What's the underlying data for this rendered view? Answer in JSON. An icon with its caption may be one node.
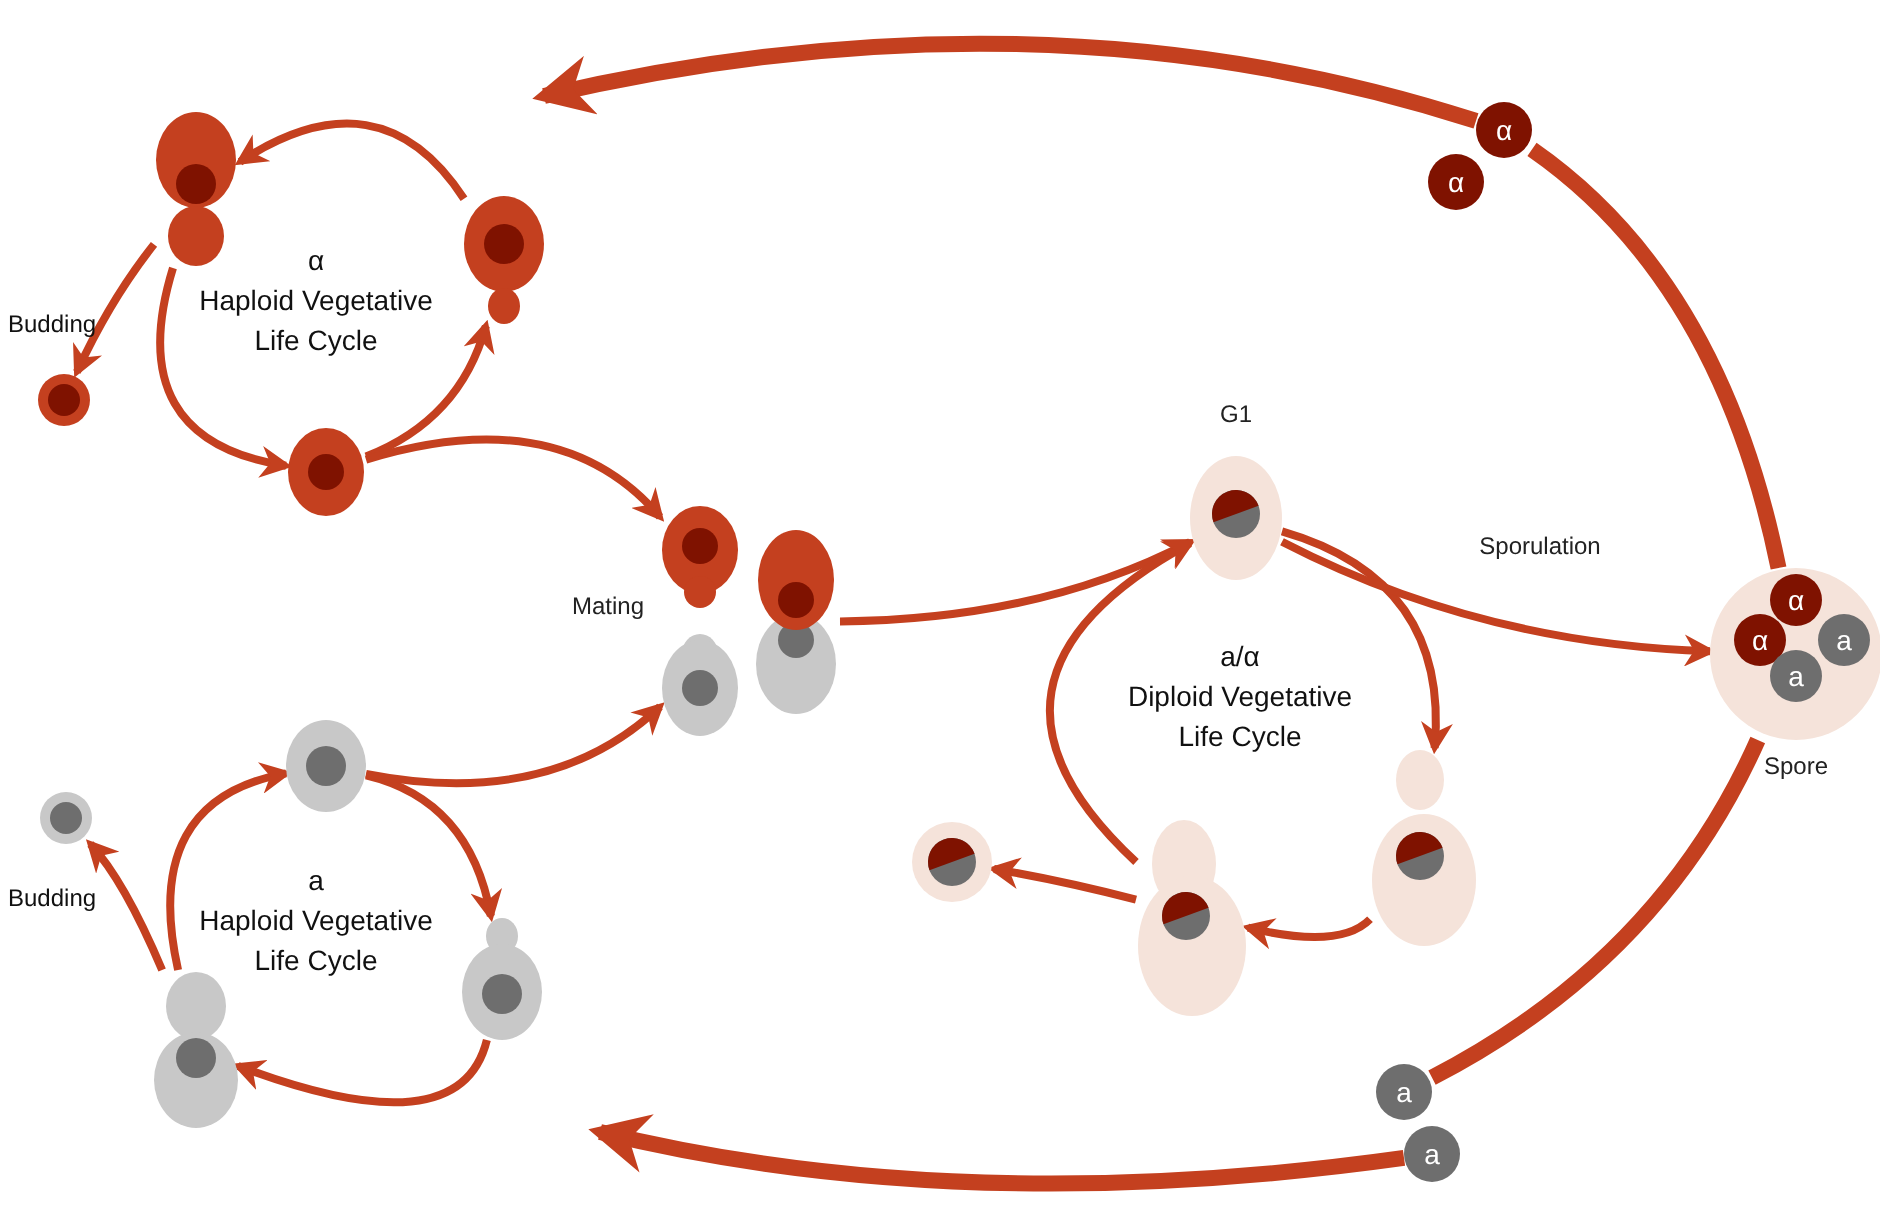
{
  "diagram": {
    "nodes": [
      {
        "text": [],
        "shape": "cell"
      },
      {
        "text": [],
        "shape": "cell"
      },
      {
        "text": [],
        "shape": "cell"
      },
      {
        "text": [],
        "shape": "cell"
      },
      {
        "text": [
          "α"
        ]
      },
      {
        "text": [
          "α"
        ]
      },
      {
        "text": [],
        "shape": "cell",
        "beside": [
          "Mating"
        ]
      },
      {
        "text": [],
        "shape": "cell"
      },
      {
        "text": [],
        "shape": "cell"
      },
      {
        "text": [],
        "shape": "cell"
      },
      {
        "text": [],
        "shape": "cell"
      },
      {
        "text": [],
        "shape": "cell",
        "beside": [
          "G1"
        ]
      },
      {
        "text": [],
        "shape": "cell"
      },
      {
        "text": [],
        "shape": "cell"
      },
      {
        "text": [],
        "shape": "cell"
      },
      {
        "text": [],
        "shape": "circle",
        "beside": [
          "Spore"
        ]
      },
      {
        "text": [
          "α"
        ],
        "in": 15
      },
      {
        "text": [
          "α"
        ],
        "in": 15
      },
      {
        "text": [
          "a"
        ],
        "in": 15
      },
      {
        "text": [
          "a"
        ],
        "in": 15
      },
      {
        "text": [
          "a"
        ]
      },
      {
        "text": [
          "a"
        ]
      }
    ],
    "edges": [
      {
        "from": 0,
        "to": 2,
        "arrow": "to"
      },
      {
        "from": 0,
        "to": 3,
        "arrow": "to"
      },
      {
        "from": 3,
        "to": 1,
        "arrow": "to"
      },
      {
        "from": 3,
        "to": 6,
        "arrow": "to"
      },
      {
        "from": 1,
        "to": 0,
        "arrow": "to"
      },
      {
        "from": 7,
        "to": 8,
        "arrow": "to"
      },
      {
        "from": 7,
        "to": 6,
        "arrow": "to"
      },
      {
        "from": 8,
        "to": 10,
        "arrow": "to"
      },
      {
        "from": 10,
        "to": 7,
        "arrow": "to"
      },
      {
        "from": 10,
        "to": 9,
        "arrow": "to"
      },
      {
        "from": 6,
        "to": 11,
        "arrow": "to"
      },
      {
        "from": 13,
        "to": 11,
        "arrow": "to"
      },
      {
        "from": 13,
        "to": 14,
        "arrow": "to"
      },
      {
        "from": 11,
        "to": 12,
        "arrow": "to"
      },
      {
        "from": 11,
        "to": 15,
        "arrow": "to",
        "label": "Sporulation"
      },
      {
        "from": 12,
        "to": 13,
        "arrow": "to"
      },
      {
        "from": 15,
        "to": 4,
        "arrow": "none",
        "style": "thick"
      },
      {
        "from": 4,
        "to": null,
        "arrow": "to",
        "style": "thick"
      },
      {
        "from": 15,
        "to": 20,
        "arrow": "none",
        "style": "thick"
      },
      {
        "from": 21,
        "to": null,
        "arrow": "to",
        "style": "thick"
      }
    ],
    "labels": [
      "α",
      "Haploid Vegetative Life Cycle",
      "Budding",
      "a/α",
      "Diploid Vegetative Life Cycle",
      "Budding",
      "a",
      "Haploid Vegetative Life Cycle"
    ]
  }
}
